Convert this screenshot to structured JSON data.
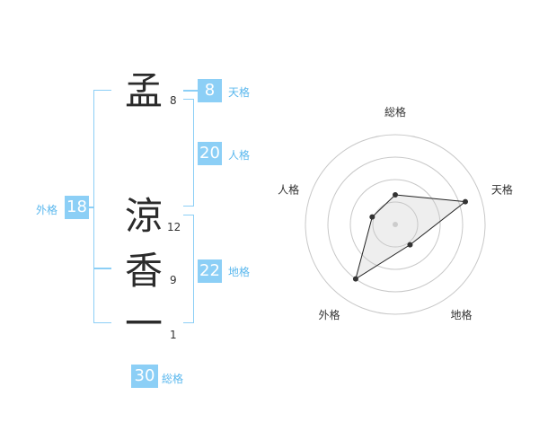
{
  "name": {
    "characters": [
      {
        "char": "孟",
        "strokes": "8"
      },
      {
        "char": "涼",
        "strokes": "12"
      },
      {
        "char": "香",
        "strokes": "9"
      },
      {
        "char": "一",
        "strokes": "1"
      }
    ]
  },
  "fortunes": {
    "tenkaku": {
      "value": "8",
      "label": "天格"
    },
    "jinkaku": {
      "value": "20",
      "label": "人格"
    },
    "chikaku": {
      "value": "22",
      "label": "地格"
    },
    "gaikaku": {
      "value": "18",
      "label": "外格"
    },
    "soukaku": {
      "value": "30",
      "label": "総格"
    }
  },
  "colors": {
    "accent": "#8ccff6",
    "label": "#5bb8ee",
    "text": "#2b2b2b"
  },
  "radar": {
    "axes": [
      "総格",
      "天格",
      "地格",
      "外格",
      "人格"
    ],
    "values": [
      0.33,
      0.82,
      0.28,
      0.75,
      0.27
    ],
    "rings": 4
  }
}
